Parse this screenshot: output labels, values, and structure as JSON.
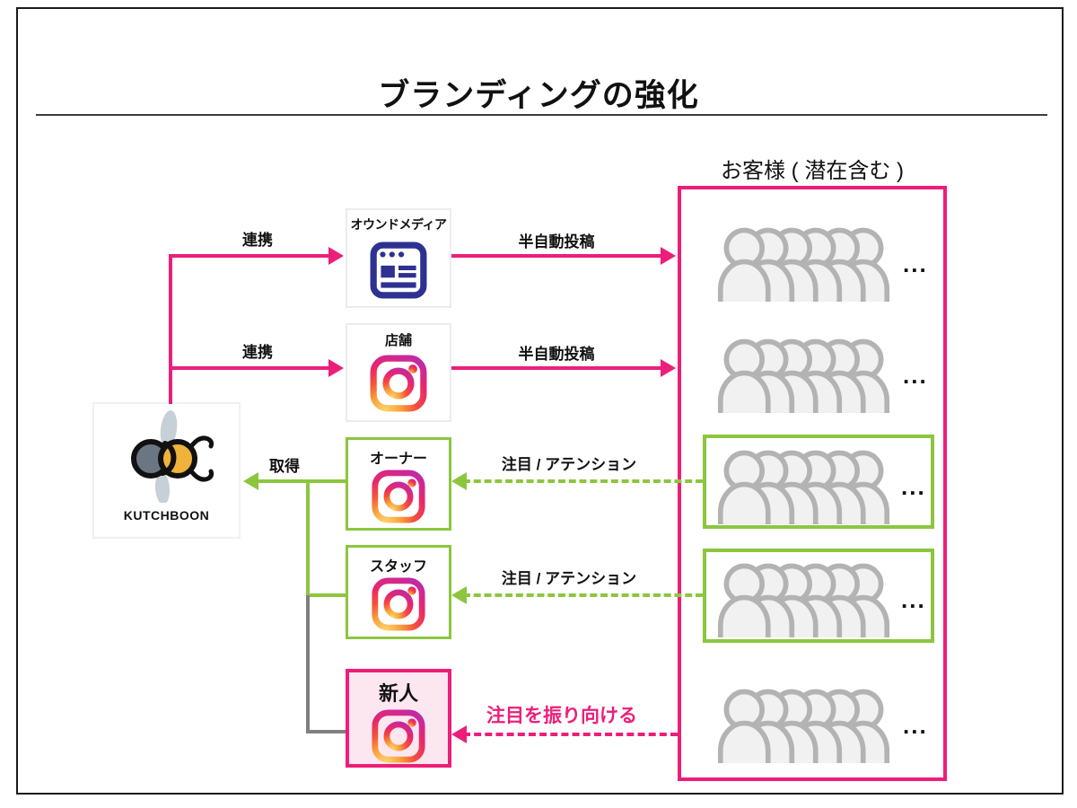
{
  "title": "ブランディングの強化",
  "customers": {
    "heading": "お客様 ( 潜在含む )",
    "ellipsis": "...",
    "row_count": 5,
    "highlighted_rows": [
      3,
      4
    ]
  },
  "kutchboon": {
    "label": "KUTCHBOON"
  },
  "nodes": {
    "owned_media": {
      "label": "オウンドメディア",
      "icon": "browser-icon"
    },
    "store": {
      "label": "店舗",
      "icon": "instagram-icon"
    },
    "owner": {
      "label": "オーナー",
      "icon": "instagram-icon"
    },
    "staff": {
      "label": "スタッフ",
      "icon": "instagram-icon"
    },
    "newcomer": {
      "label": "新人",
      "icon": "instagram-icon"
    }
  },
  "edges": {
    "link_owned": "連携",
    "link_store": "連携",
    "semi_auto_post_owned": "半自動投稿",
    "semi_auto_post_store": "半自動投稿",
    "acquire": "取得",
    "attention_owner": "注目 / アテンション",
    "attention_staff": "注目 / アテンション",
    "redirect_attention": "注目を振り向ける"
  },
  "colors": {
    "pink": "#ed1e79",
    "green": "#8cc63e",
    "gray": "#7f7f7f",
    "blue": "#2e3192",
    "person_stroke": "#b3b3b3",
    "person_fill": "#f1f1f1",
    "newcomer_bg": "#fce7f1",
    "logo_gray": "#6a7682",
    "logo_yellow": "#efb23b",
    "wing": "#c7d0d6"
  }
}
